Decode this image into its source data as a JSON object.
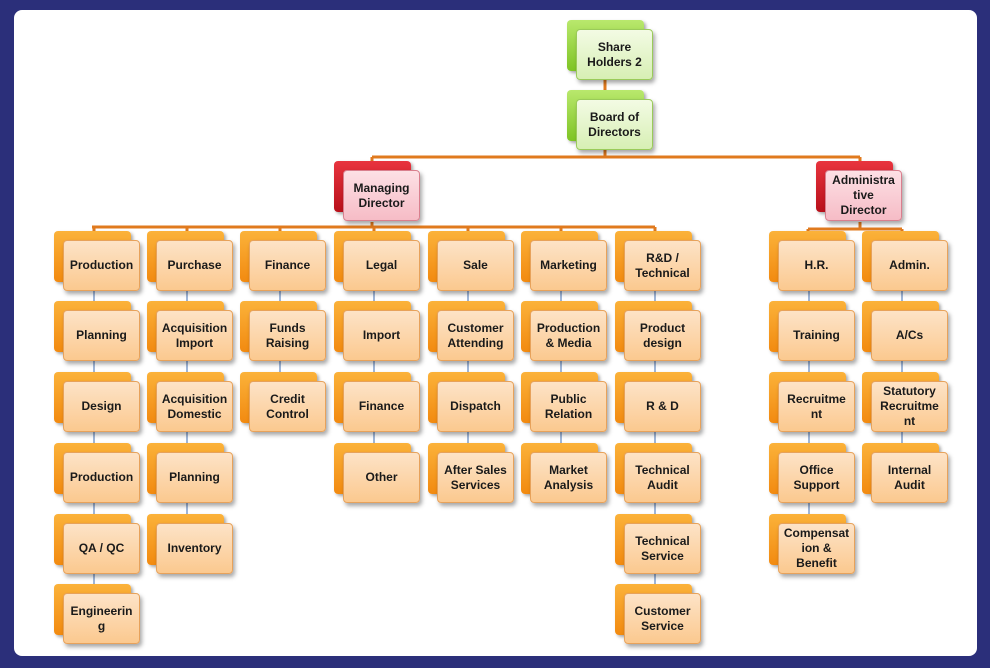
{
  "colors": {
    "frame": "#2b2f7a",
    "connector_orange": "#e07a1e",
    "connector_blue": "#9fb6d8",
    "box_orange": "#f28a10",
    "box_green": "#7ec424",
    "box_red": "#c41a24"
  },
  "org": {
    "top": [
      {
        "id": "share-holders",
        "label": "Share\nHolders 2"
      },
      {
        "id": "board-of-directors",
        "label": "Board of\nDirectors"
      }
    ],
    "directors": [
      {
        "id": "managing-director",
        "label": "Managing\nDirector"
      },
      {
        "id": "administrative-director",
        "label": "Administra\ntive\nDirector"
      }
    ],
    "departments": [
      {
        "id": "production",
        "label": "Production",
        "children": [
          "Planning",
          "Design",
          "Production",
          "QA / QC",
          "Engineerin\ng"
        ]
      },
      {
        "id": "purchase",
        "label": "Purchase",
        "children": [
          "Acquisition\nImport",
          "Acquisition\nDomestic",
          "Planning",
          "Inventory"
        ]
      },
      {
        "id": "finance",
        "label": "Finance",
        "children": [
          "Funds\nRaising",
          "Credit\nControl"
        ]
      },
      {
        "id": "legal",
        "label": "Legal",
        "children": [
          "Import",
          "Finance",
          "Other"
        ]
      },
      {
        "id": "sale",
        "label": "Sale",
        "children": [
          "Customer\nAttending",
          "Dispatch",
          "After Sales\nServices"
        ]
      },
      {
        "id": "marketing",
        "label": "Marketing",
        "children": [
          "Production\n& Media",
          "Public\nRelation",
          "Market\nAnalysis"
        ]
      },
      {
        "id": "rd-technical",
        "label": "R&D /\nTechnical",
        "children": [
          "Product\ndesign",
          "R & D",
          "Technical\nAudit",
          "Technical\nService",
          "Customer\nService"
        ]
      },
      {
        "id": "hr",
        "label": "H.R.",
        "children": [
          "Training",
          "Recruitme\nnt",
          "Office\nSupport",
          "Compensat\nion &\nBenefit"
        ]
      },
      {
        "id": "admin",
        "label": "Admin.",
        "children": [
          "A/Cs",
          "Statutory\nRecruitme\nnt",
          "Internal\nAudit"
        ]
      }
    ]
  }
}
